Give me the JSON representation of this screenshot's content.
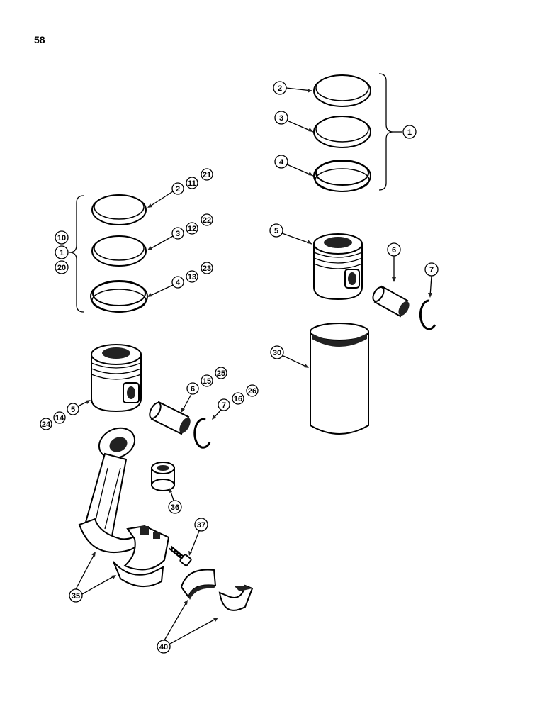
{
  "page_number": "58",
  "callouts": {
    "r_ring_top": "2",
    "r_ring_mid": "3",
    "r_ring_bot": "4",
    "r_ring_set": "1",
    "r_piston": "5",
    "r_pin": "6",
    "r_clip": "7",
    "r_liner": "30",
    "l_ring_top": [
      "2",
      "11",
      "21"
    ],
    "l_ring_mid": [
      "3",
      "12",
      "22"
    ],
    "l_ring_bot": [
      "4",
      "13",
      "23"
    ],
    "l_ring_set": [
      "10",
      "1",
      "20"
    ],
    "l_piston": [
      "24",
      "14",
      "5"
    ],
    "l_pin": [
      "6",
      "15",
      "25"
    ],
    "l_clip": [
      "7",
      "16",
      "26"
    ],
    "bushing": "36",
    "bolt": "37",
    "rod": "35",
    "bearing": "40"
  }
}
